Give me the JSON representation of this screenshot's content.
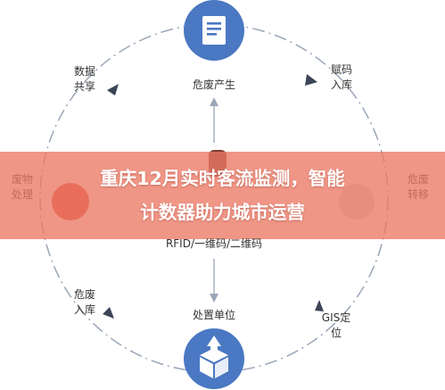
{
  "diagram": {
    "nodes": {
      "top_center": "危废产生",
      "top_right_line1": "赋码",
      "top_right_line2": "入库",
      "top_left_line1": "数据",
      "top_left_line2": "共享",
      "mid_left_line1": "废物",
      "mid_left_line2": "处理",
      "mid_right_line1": "危废",
      "mid_right_line2": "转移",
      "bottom_left_line1": "危废",
      "bottom_left_line2": "入库",
      "bottom_center": "处置单位",
      "bottom_right_line1": "GIS定",
      "bottom_right_line2": "位"
    },
    "center_label": "RFID/一维码/二维码"
  },
  "banner": {
    "line1": "重庆12月实时客流监测，智能",
    "line2": "计数器助力城市运营"
  },
  "colors": {
    "circle_blue": "#4a78c2",
    "ring_gray": "#9aa6b8",
    "banner_red": "#ec7864"
  }
}
